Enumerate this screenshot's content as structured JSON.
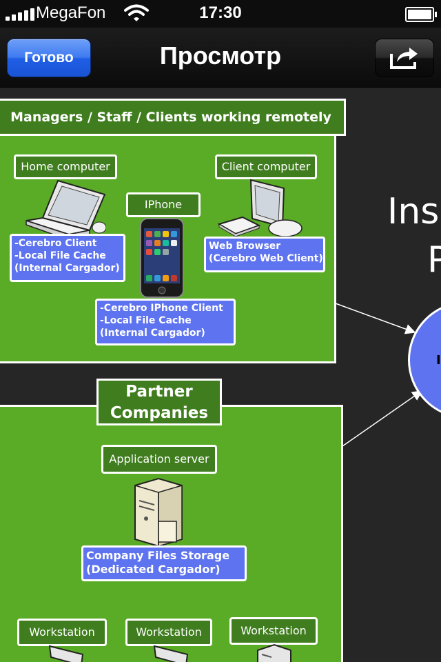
{
  "status_bar": {
    "carrier": "MegaFon",
    "time": "17:30",
    "signal_icon": "signal-bars-icon",
    "wifi_icon": "wifi-icon",
    "battery_icon": "battery-icon"
  },
  "nav_bar": {
    "done_label": "Готово",
    "title": "Просмотр",
    "share_icon": "share-arrow-icon",
    "done_color": "#2f6fee"
  },
  "diagram": {
    "remote_group": {
      "title": "Managers / Staff / Clients working remotely",
      "home_computer": {
        "label": "Home computer",
        "info": [
          "-Cerebro Client",
          "-Local File Cache",
          "(Internal Cargador)"
        ]
      },
      "iphone": {
        "label": "IPhone",
        "info": [
          "-Cerebro IPhone Client",
          "-Local File Cache",
          "(Internal Cargador)"
        ]
      },
      "client_computer": {
        "label": "Client computer",
        "info": [
          "Web Browser",
          "(Cerebro Web Client)"
        ]
      }
    },
    "partner_group": {
      "title_line1": "Partner",
      "title_line2": "Companies",
      "application_server": {
        "label": "Application server",
        "info": [
          "Company Files Storage",
          "(Dedicated Cargador)"
        ]
      },
      "workstations": [
        "Workstation",
        "Workstation",
        "Workstation"
      ]
    },
    "right_text_line1": "Ins",
    "right_text_line2": "P",
    "circle_text": "I",
    "colors": {
      "panel_green": "#5aac26",
      "tab_green": "#3f7d1e",
      "info_blue": "#5d73ef",
      "background": "#262626"
    }
  }
}
